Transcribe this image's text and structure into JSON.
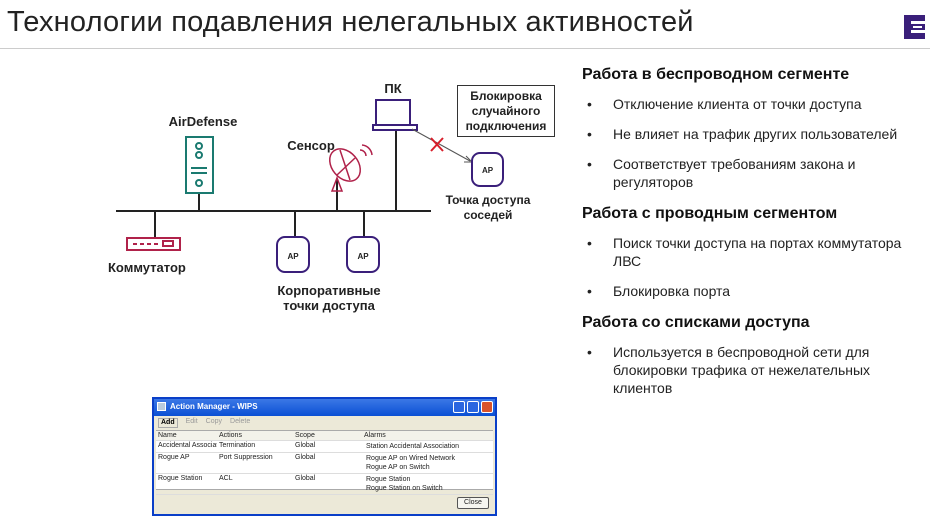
{
  "title": "Технологии подавления нелегальных активностей",
  "diagram": {
    "airdefense": "AirDefense",
    "switch": "Коммутатор",
    "sensor": "Сенсор",
    "pc": "ПК",
    "block_note": [
      "Блокировка",
      "случайного",
      "подключения"
    ],
    "ap": "AP",
    "neighbor_ap": [
      "Точка доступа",
      "соседей"
    ],
    "corporate_ap": [
      "Корпоративные",
      "точки доступа"
    ]
  },
  "sections": [
    {
      "heading": "Работа в беспроводном сегменте",
      "items": [
        "Отключение клиента от точки доступа",
        "Не влияет на трафик других пользователей",
        "Соответствует требованиям закона и регуляторов"
      ]
    },
    {
      "heading": "Работа с проводным сегментом",
      "items": [
        "Поиск точки доступа на портах коммутатора ЛВС",
        "Блокировка порта"
      ]
    },
    {
      "heading": "Работа со списками доступа",
      "items": [
        "Используется в беспроводной сети для блокировки трафика от нежелательных клиентов"
      ]
    }
  ],
  "window": {
    "title": "Action Manager - WIPS",
    "toolbar": [
      "Add",
      "Edit",
      "Copy",
      "Delete"
    ],
    "columns": [
      "Name",
      "Actions",
      "Scope",
      "Alarms"
    ],
    "rows": [
      {
        "name": "Accidental Associati",
        "action": "Termination",
        "scope": "Global",
        "alarms": [
          "Station Accidental Association"
        ]
      },
      {
        "name": "Rogue AP",
        "action": "Port Suppression",
        "scope": "Global",
        "alarms": [
          "Rogue AP on Wired Network",
          "Rogue AP on Switch"
        ]
      },
      {
        "name": "Rogue Station",
        "action": "ACL",
        "scope": "Global",
        "alarms": [
          "Rogue Station",
          "Rogue Station on Switch"
        ]
      }
    ],
    "close": "Close"
  },
  "colors": {
    "accent": "#3a1f7a",
    "teal": "#1a7a70",
    "crimson": "#b0224a",
    "red": "#d81e2a"
  }
}
